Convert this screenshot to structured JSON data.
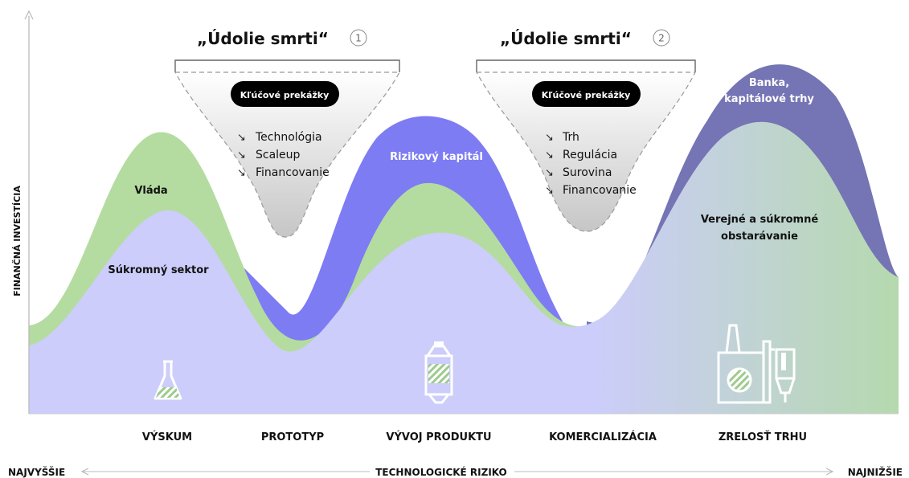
{
  "y_axis_label": "FINANČNÁ INVESTÍCIA",
  "x_axis": {
    "left_label": "NAJVYŠŠIE",
    "center_label": "TECHNOLOGICKÉ RIZIKO",
    "right_label": "NAJNIŽŠIE"
  },
  "stages": [
    "VÝSKUM",
    "PROTOTYP",
    "VÝVOJ PRODUKTU",
    "KOMERCIALIZÁCIA",
    "ZRELOSŤ TRHU"
  ],
  "funding_sources": {
    "private": "Súkromný sektor",
    "government": "Vláda",
    "venture": "Rizikový kapitál",
    "bank_line1": "Banka,",
    "bank_line2": "kapitálové trhy",
    "procurement_line1": "Verejné a súkromné",
    "procurement_line2": "obstarávanie"
  },
  "valleys": [
    {
      "number": "1",
      "title": "„Údolie smrti“",
      "badge": "Kľúčové prekážky",
      "arrow": "↘",
      "items": [
        "Technológia",
        "Scaleup",
        "Financovanie"
      ]
    },
    {
      "number": "2",
      "title": "„Údolie smrti“",
      "badge": "Kľúčové prekážky",
      "arrow": "↘",
      "items": [
        "Trh",
        "Regulácia",
        "Surovina",
        "Financovanie"
      ]
    }
  ],
  "colors": {
    "private": "#cccdfa",
    "government": "#b4dca0",
    "venture": "#7d7cf3",
    "bank": "#7574b4",
    "procurement": "#b5d9ae",
    "valley_fill": "#d5d5d5",
    "badge": "#000000"
  },
  "icons": [
    "flask-icon",
    "reactor-tank-icon",
    "factory-icon"
  ]
}
